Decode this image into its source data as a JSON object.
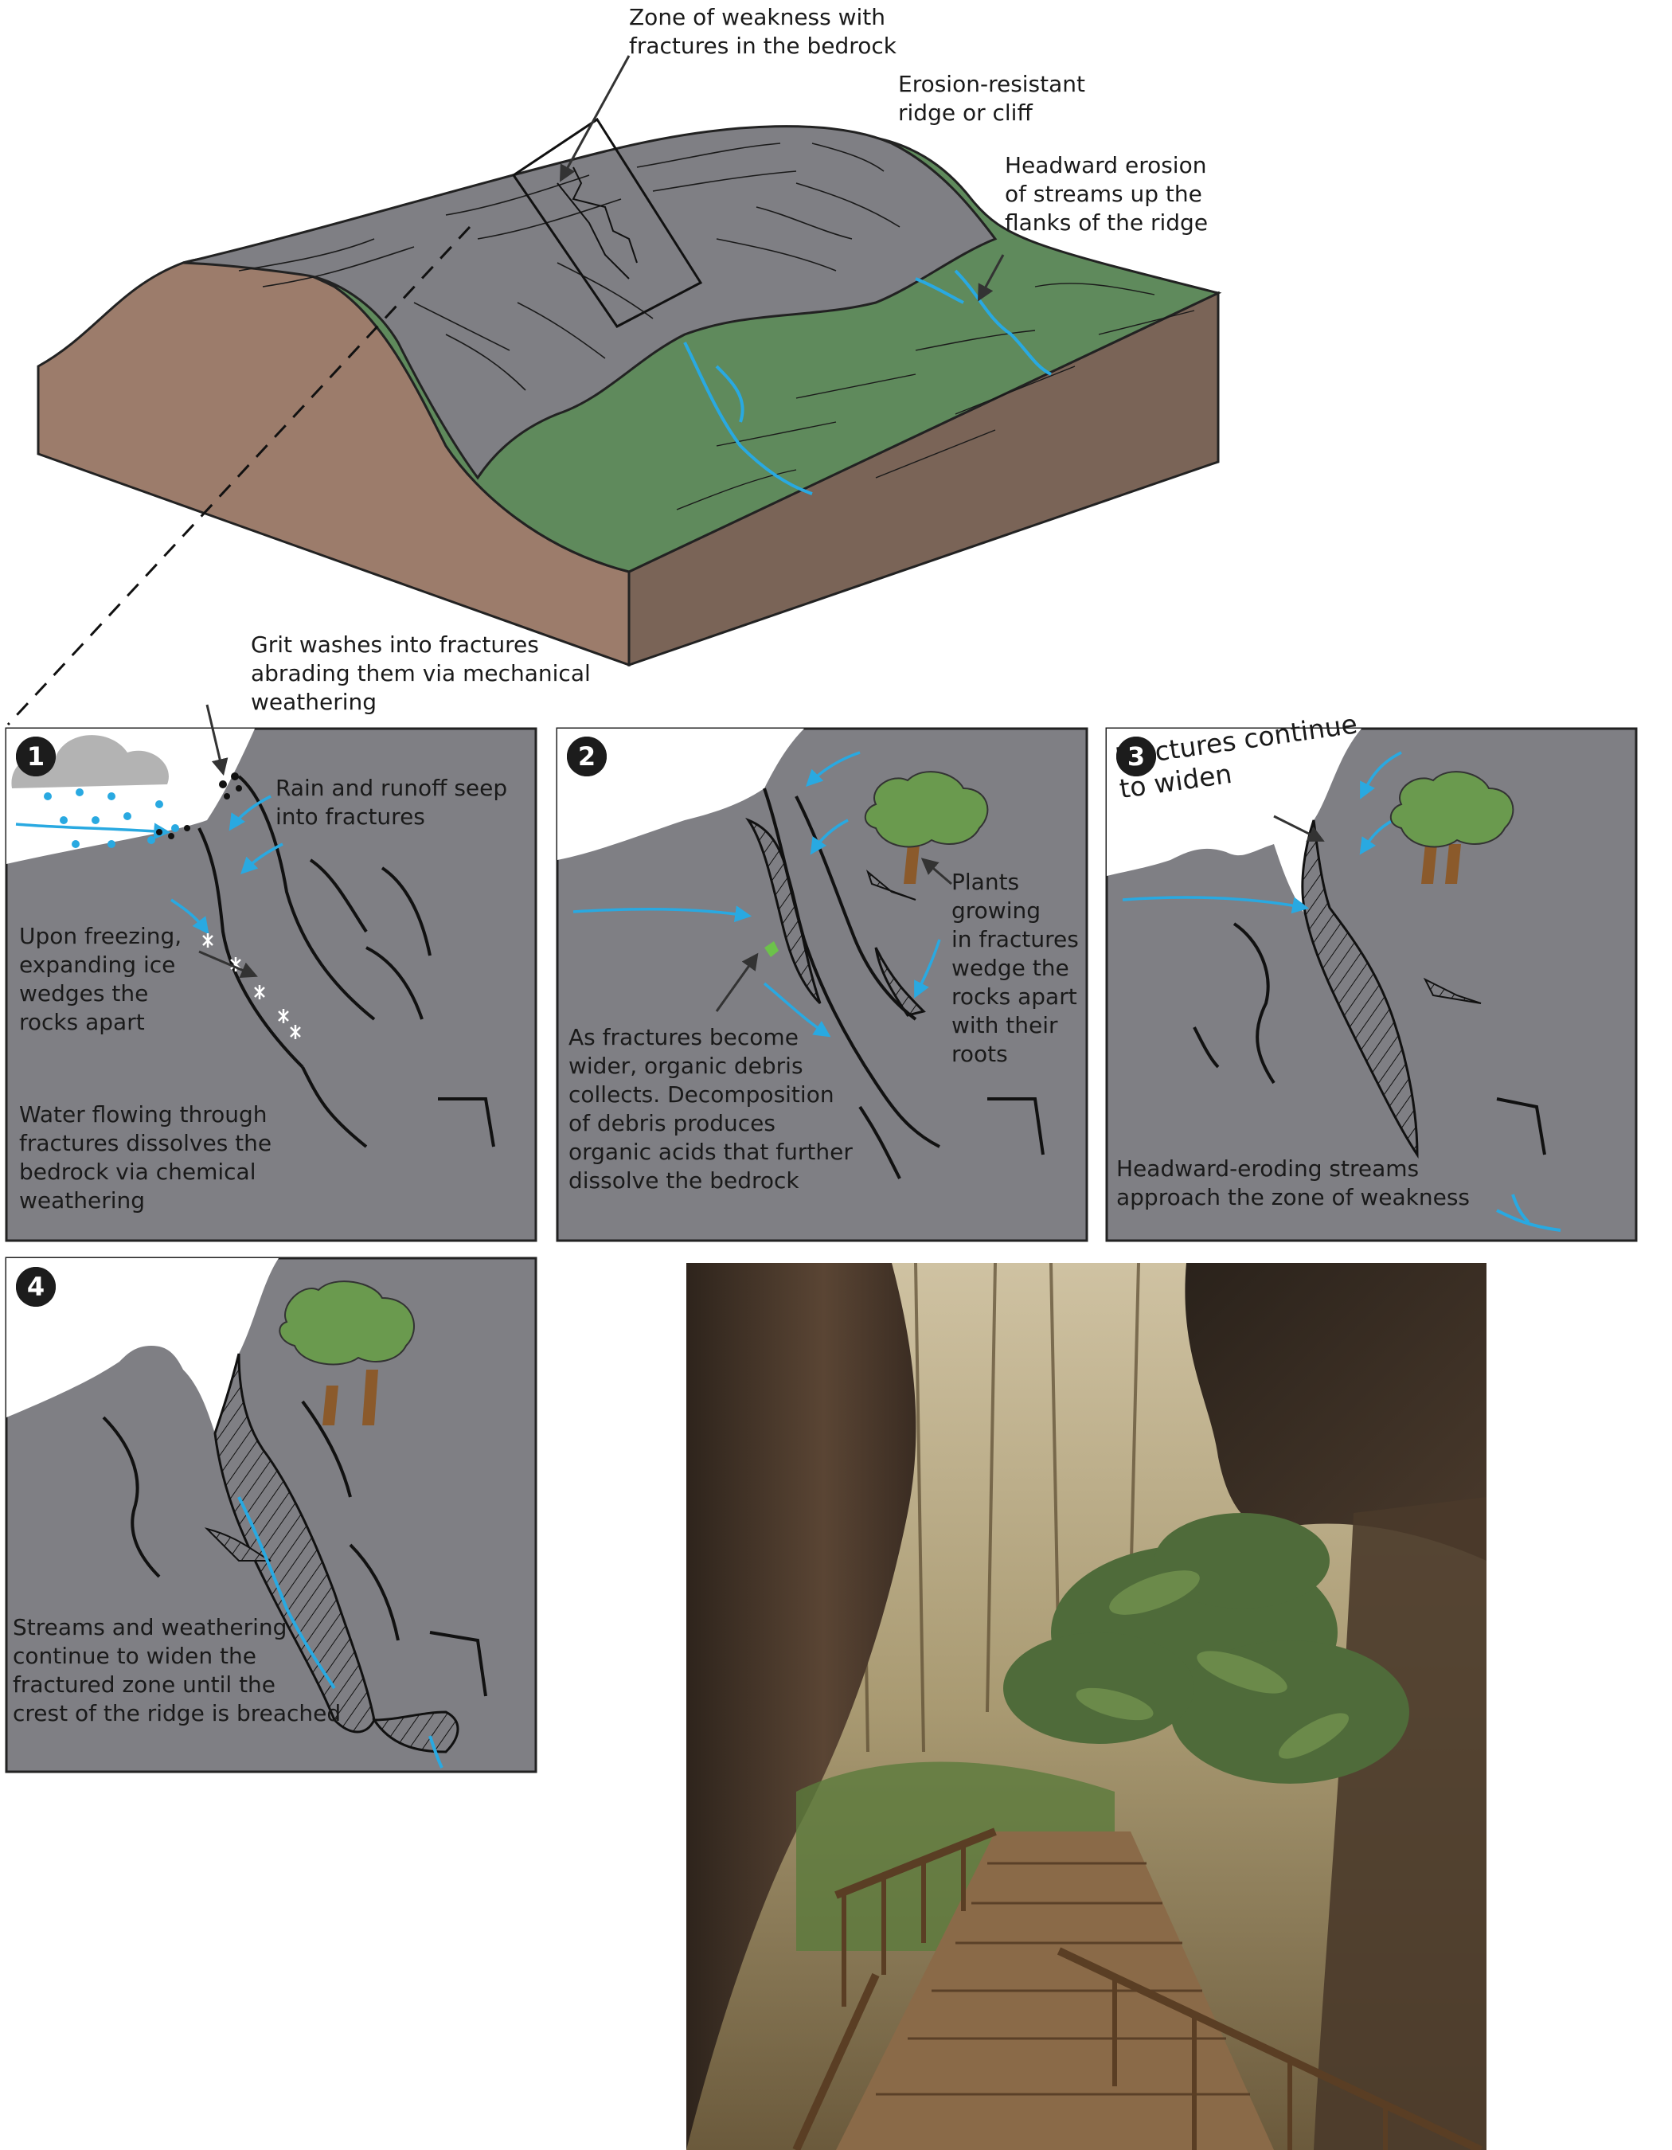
{
  "block_diagram": {
    "label_weakness_zone": "Zone of weakness with\nfractures in the bedrock",
    "label_ridge": "Erosion-resistant\nridge or cliff",
    "label_headward": "Headward erosion\nof streams up the\nflanks of the ridge"
  },
  "panel1": {
    "number": "1",
    "label_grit": "Grit washes into fractures\nabrading them via mechanical\nweathering",
    "label_rain": "Rain and runoff seep\ninto fractures",
    "label_freezing": "Upon freezing,\nexpanding ice\nwedges the\nrocks apart",
    "label_water": "Water flowing through\nfractures dissolves the\nbedrock via chemical\nweathering"
  },
  "panel2": {
    "number": "2",
    "label_plants": "Plants\ngrowing\nin fractures\nwedge the\nrocks apart\nwith their\nroots",
    "label_debris": "As fractures become\nwider, organic debris\ncollects. Decomposition\nof debris produces\norganic acids that further\ndissolve the bedrock"
  },
  "panel3": {
    "number": "3",
    "label_widen": "Fractures continue\nto widen",
    "label_streams": "Headward-eroding streams\napproach the zone of weakness"
  },
  "panel4": {
    "number": "4",
    "label_breach": "Streams and weathering\ncontinue to widen the\nfractured zone until the\ncrest of the ridge is breached"
  },
  "colors": {
    "rock": "#7f7f84",
    "soil": "#9c7c6b",
    "grass": "#5f8a5c",
    "water": "#29a9e1",
    "tree": "#6a9a4e",
    "trunk": "#8b5a2b"
  }
}
